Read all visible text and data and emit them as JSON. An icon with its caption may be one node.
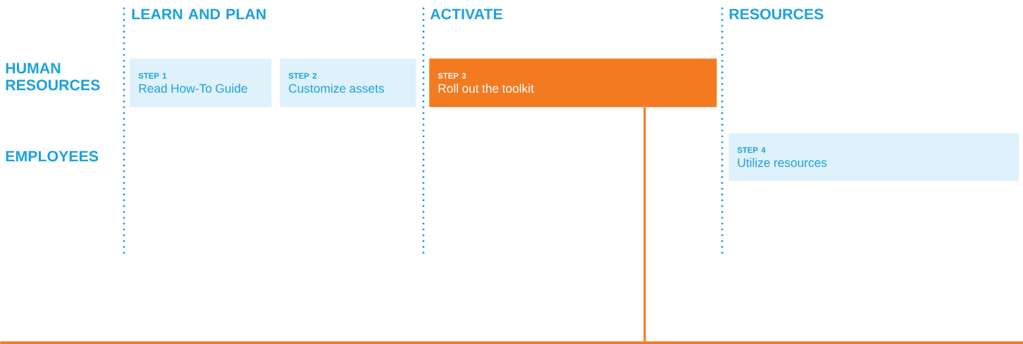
{
  "diagram": {
    "nodes": [
      {
        "text": [
          "STEP 1",
          "Read How-To Guide"
        ]
      },
      {
        "text": [
          "STEP 2",
          "Customize assets"
        ]
      },
      {
        "text": [
          "STEP 3",
          "Roll out the toolkit"
        ]
      },
      {
        "text": [
          "STEP 4",
          "Utilize resources"
        ]
      },
      {
        "text": [],
        "shape": "bar"
      }
    ],
    "edges": [
      {
        "from": 2,
        "to": 4,
        "arrow": "none",
        "color": "#f37a21"
      }
    ],
    "labels": [
      "LEARN AND PLAN",
      "ACTIVATE",
      "RESOURCES",
      "HUMAN RESOURCES",
      "EMPLOYEES"
    ]
  }
}
